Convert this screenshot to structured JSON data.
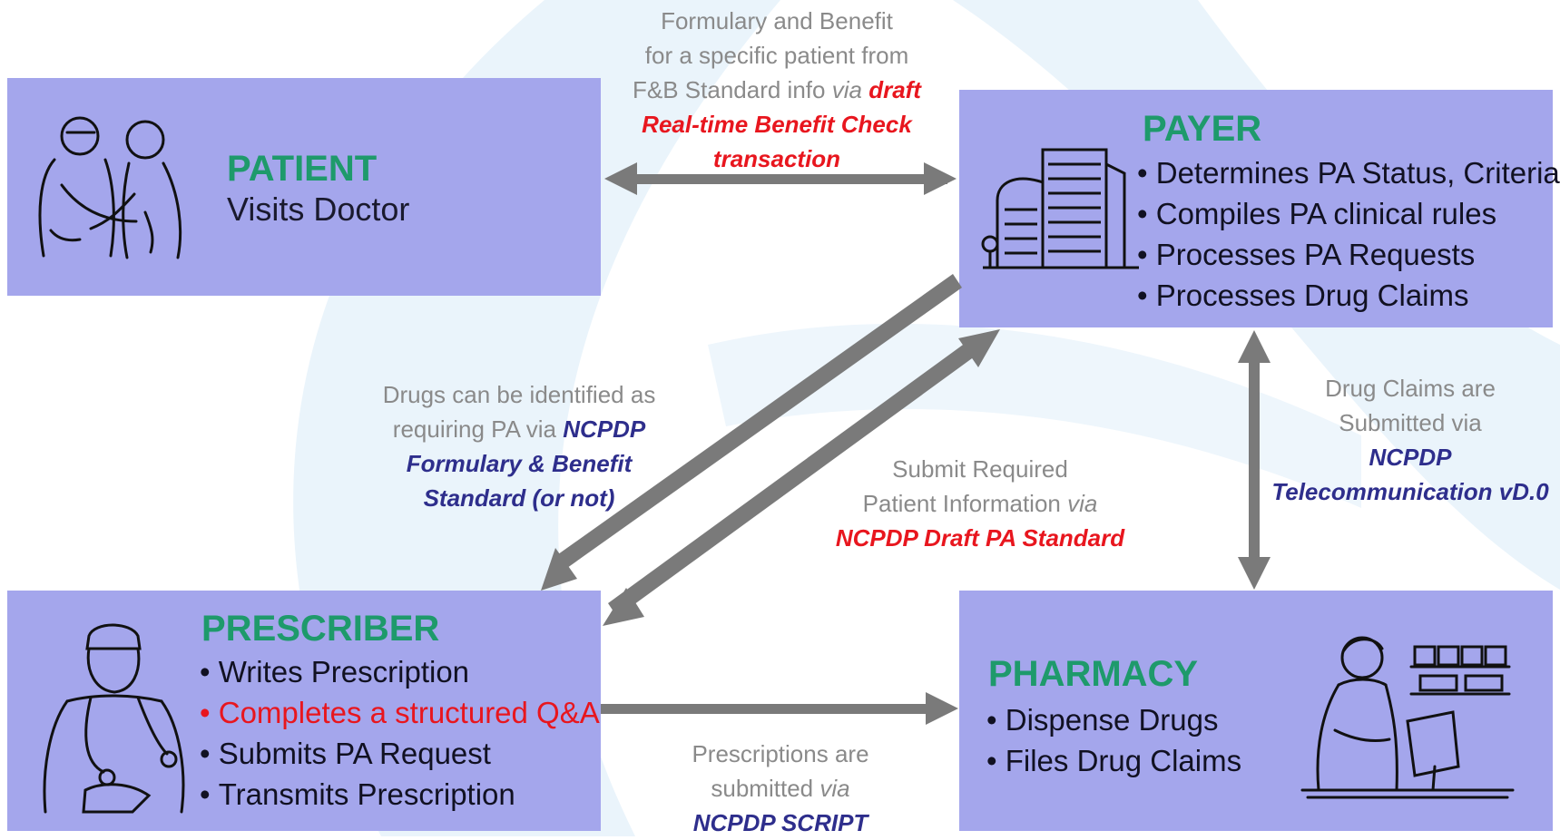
{
  "patient": {
    "title": "PATIENT",
    "subtitle": "Visits Doctor"
  },
  "payer": {
    "title": "PAYER",
    "items": [
      "Determines PA Status, Criteria",
      "Compiles PA clinical rules",
      "Processes PA Requests",
      "Processes Drug Claims"
    ]
  },
  "prescriber": {
    "title": "PRESCRIBER",
    "items": [
      "Writes Prescription",
      "Completes a structured Q&A",
      "Submits PA Request",
      "Transmits Prescription"
    ],
    "highlight_index": 1
  },
  "pharmacy": {
    "title": "PHARMACY",
    "items": [
      "Dispense Drugs",
      "Files Drug Claims"
    ]
  },
  "labels": {
    "fb": {
      "l1": "Formulary and Benefit",
      "l2": "for a specific patient from",
      "l3a": "F&B Standard info ",
      "l3b": "via",
      "l3c": "draft",
      "l4": "Real-time Benefit Check",
      "l5": "transaction"
    },
    "drugs_pa": {
      "l1": "Drugs can be identified as",
      "l2a": "requiring PA via ",
      "l2b": "NCPDP",
      "l3": "Formulary & Benefit",
      "l4": "Standard (or not)"
    },
    "submit": {
      "l1": "Submit Required",
      "l2a": "Patient Information ",
      "l2b": "via",
      "l3": "NCPDP Draft PA Standard"
    },
    "claims": {
      "l1": "Drug Claims are",
      "l2": "Submitted via",
      "l3": "NCPDP",
      "l4": "Telecommunication vD.0"
    },
    "rx": {
      "l1": "Prescriptions are",
      "l2a": "submitted ",
      "l2b": "via",
      "l3": "NCPDP SCRIPT"
    }
  },
  "icons": {
    "patient": "patient-doctor-illustration-icon",
    "payer": "office-building-icon",
    "prescriber": "doctor-with-stethoscope-icon",
    "pharmacy": "pharmacist-at-counter-icon"
  },
  "colors": {
    "box": "#a4a6ec",
    "title": "#1e9a6b",
    "arrow": "#7a7a7a",
    "red": "#e8161e",
    "blue": "#2e2e8c",
    "label_gray": "#8a8a8a"
  }
}
